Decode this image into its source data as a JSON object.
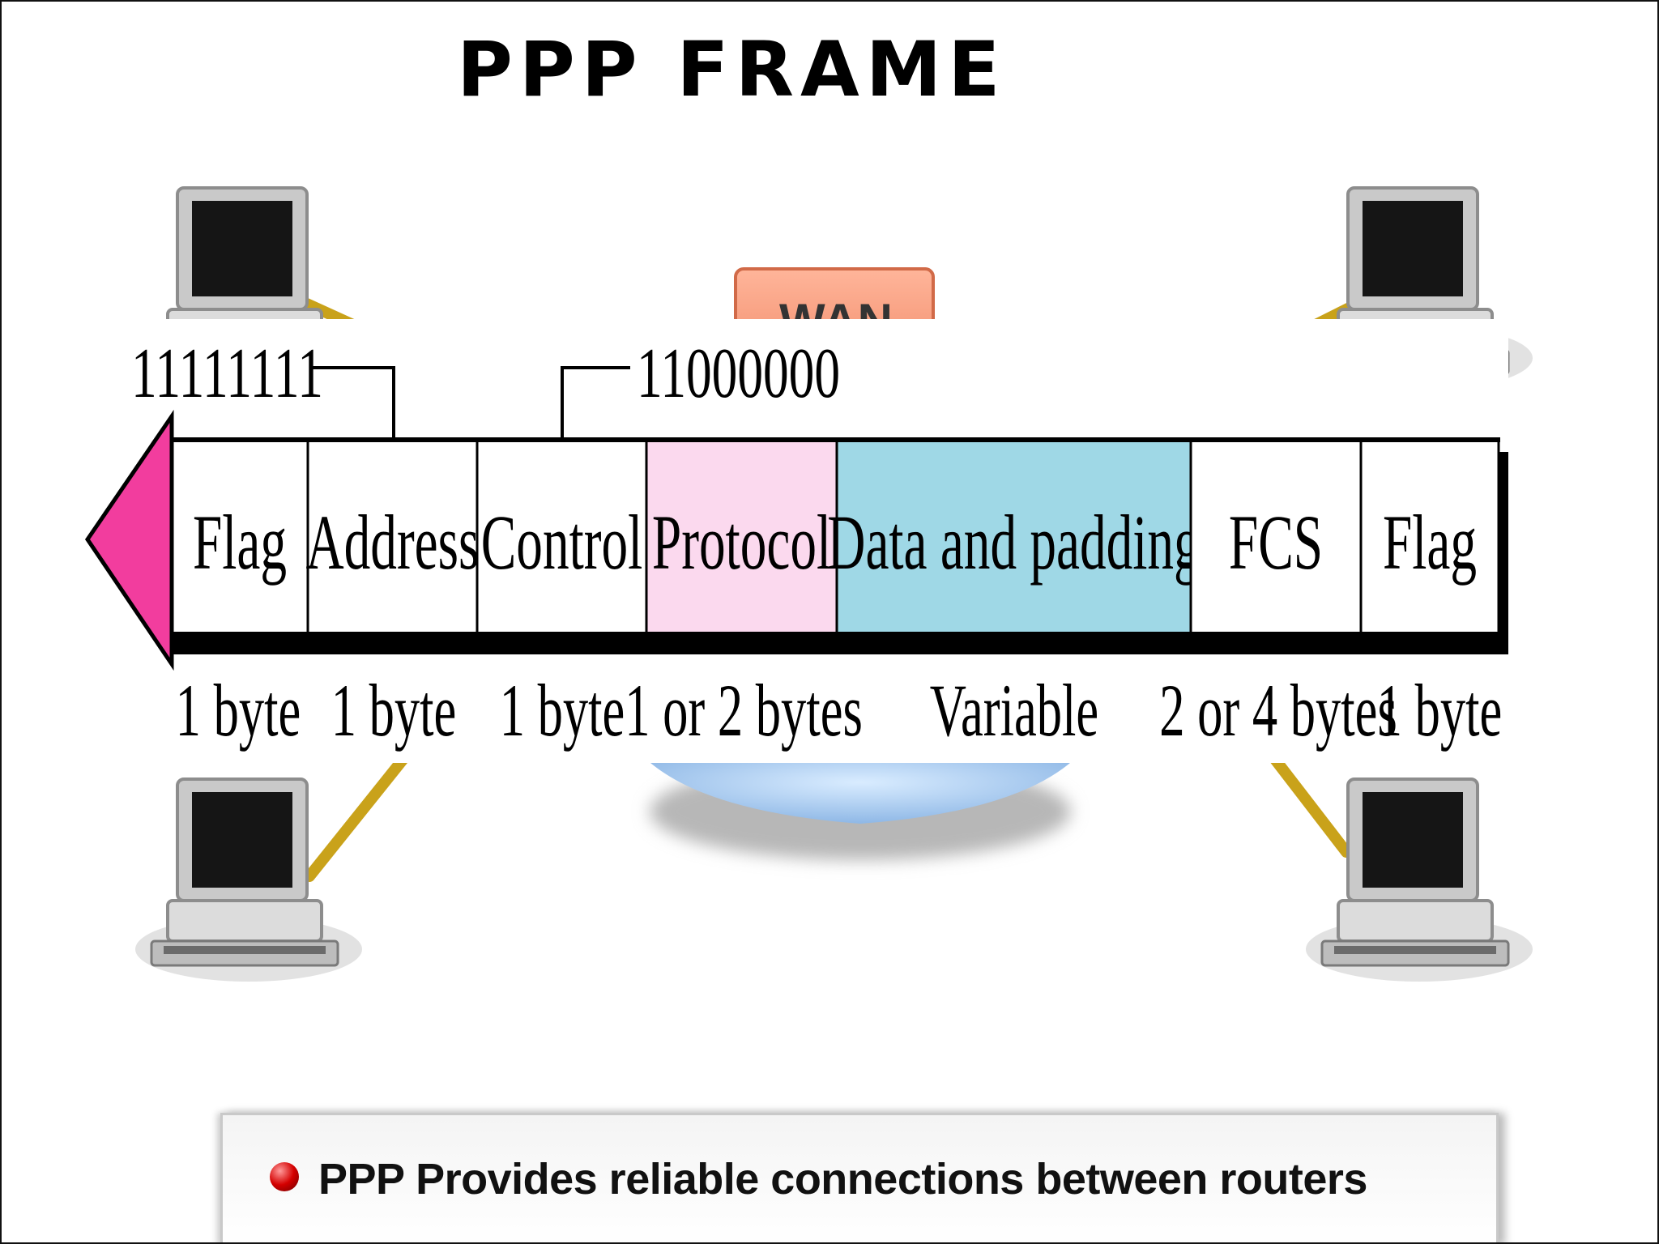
{
  "title": "PPP FRAME",
  "background": {
    "wan_label": "WAN",
    "computer_icon": "computer-icon"
  },
  "frame": {
    "direction_arrow": "left-arrow-icon",
    "address_value": "11111111",
    "control_value": "11000000",
    "fields": [
      {
        "label": "Flag",
        "size": "1 byte",
        "fill": "#ffffff"
      },
      {
        "label": "Address",
        "size": "1 byte",
        "fill": "#ffffff"
      },
      {
        "label": "Control",
        "size": "1 byte",
        "fill": "#ffffff"
      },
      {
        "label": "Protocol",
        "size": "1 or 2  bytes",
        "fill": "#fbd9ee"
      },
      {
        "label": "Data and padding",
        "size": "Variable",
        "fill": "#9fd8e6"
      },
      {
        "label": "FCS",
        "size": "2 or 4 bytes",
        "fill": "#ffffff"
      },
      {
        "label": "Flag",
        "size": "1 byte",
        "fill": "#ffffff"
      }
    ],
    "arrow_color": "#f23d9e"
  },
  "caption": {
    "text": "PPP Provides reliable connections between routers",
    "bullet_color": "#d40000"
  }
}
